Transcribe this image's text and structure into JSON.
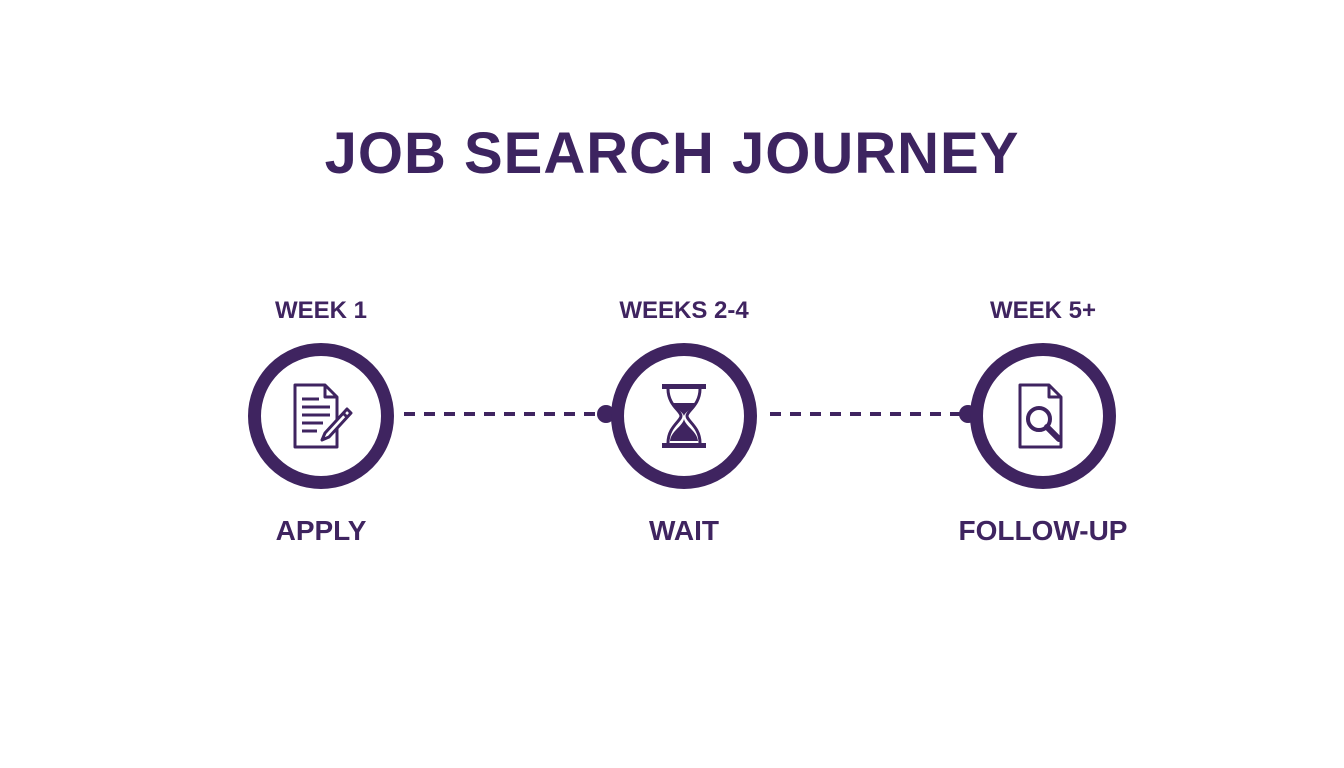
{
  "title": "JOB SEARCH JOURNEY",
  "accent_color": "#3f2460",
  "steps": [
    {
      "period": "WEEK 1",
      "label": "APPLY",
      "icon": "document-edit-icon"
    },
    {
      "period": "WEEKS 2-4",
      "label": "WAIT",
      "icon": "hourglass-icon"
    },
    {
      "period": "WEEK 5+",
      "label": "FOLLOW-UP",
      "icon": "document-search-icon"
    }
  ]
}
